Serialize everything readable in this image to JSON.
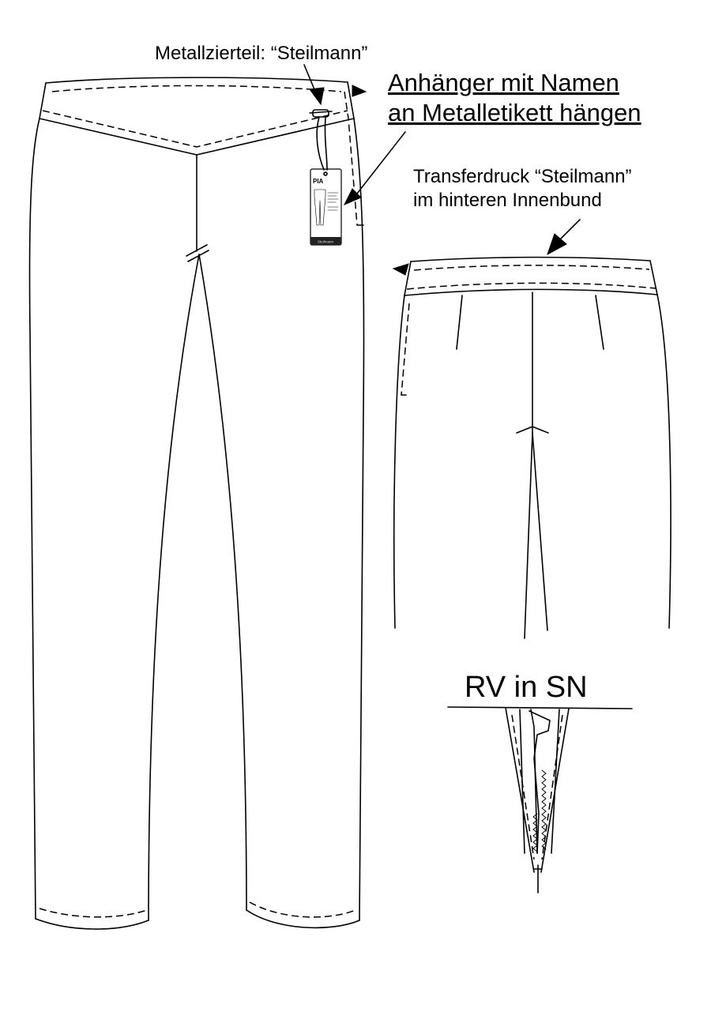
{
  "labels": {
    "metal_ornament": "Metallzierteil: “Steilmann”",
    "hangtag_line1": "Anhänger mit Namen",
    "hangtag_line2": "an Metalletikett hängen",
    "transfer_line1": "Transferdruck “Steilmann”",
    "transfer_line2": "im hinteren Innenbund",
    "zipper_title": "RV in SN"
  },
  "hangtag": {
    "name": "PIA",
    "brand": "Steilmann"
  }
}
